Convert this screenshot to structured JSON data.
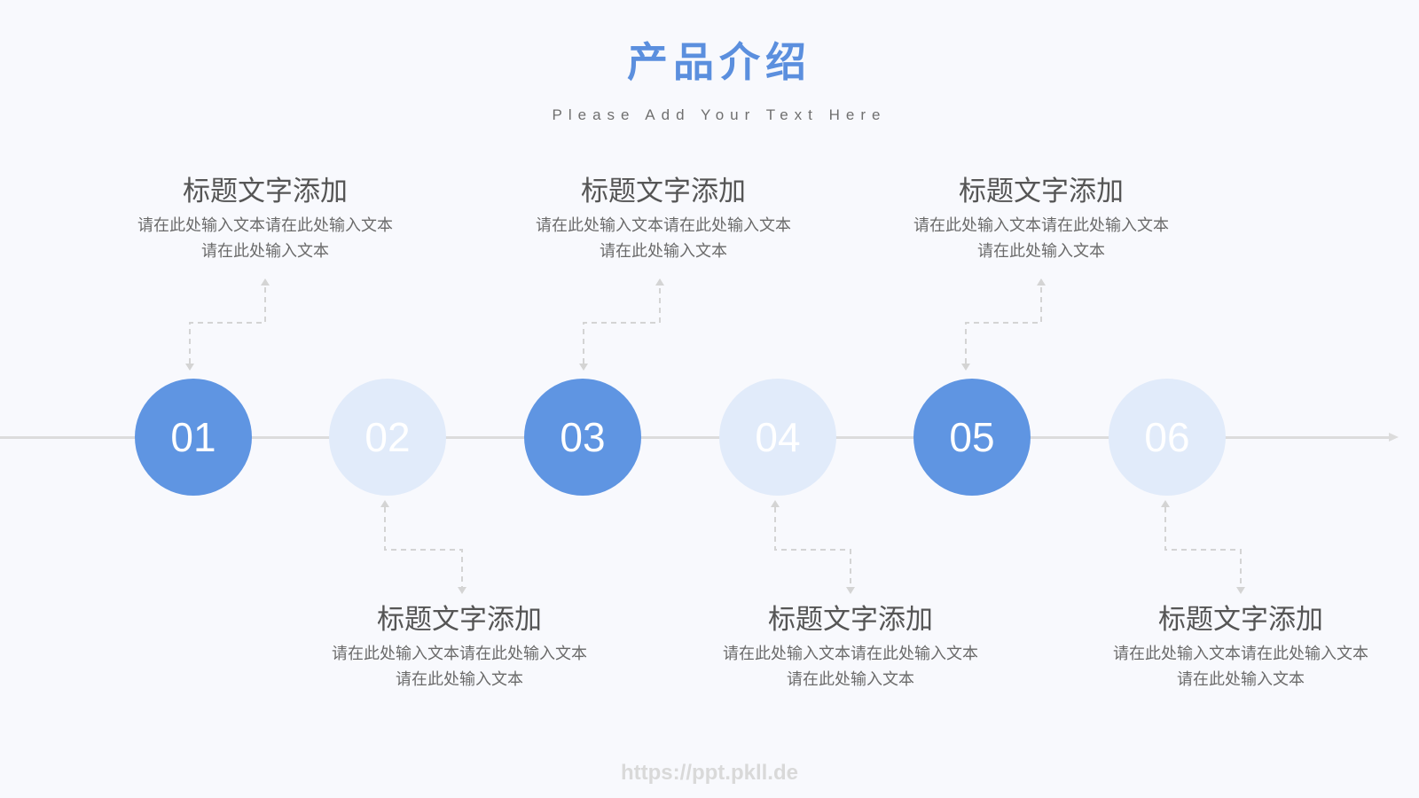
{
  "header": {
    "title": "产品介绍",
    "subtitle": "Please Add Your Text Here"
  },
  "steps": [
    {
      "number": "01",
      "style": "dark"
    },
    {
      "number": "02",
      "style": "light"
    },
    {
      "number": "03",
      "style": "dark"
    },
    {
      "number": "04",
      "style": "light"
    },
    {
      "number": "05",
      "style": "dark"
    },
    {
      "number": "06",
      "style": "light"
    }
  ],
  "items": [
    {
      "title": "标题文字添加",
      "line1": "请在此处输入文本请在此处输入文本",
      "line2": "请在此处输入文本"
    },
    {
      "title": "标题文字添加",
      "line1": "请在此处输入文本请在此处输入文本",
      "line2": "请在此处输入文本"
    },
    {
      "title": "标题文字添加",
      "line1": "请在此处输入文本请在此处输入文本",
      "line2": "请在此处输入文本"
    },
    {
      "title": "标题文字添加",
      "line1": "请在此处输入文本请在此处输入文本",
      "line2": "请在此处输入文本"
    },
    {
      "title": "标题文字添加",
      "line1": "请在此处输入文本请在此处输入文本",
      "line2": "请在此处输入文本"
    },
    {
      "title": "标题文字添加",
      "line1": "请在此处输入文本请在此处输入文本",
      "line2": "请在此处输入文本"
    }
  ],
  "footer": {
    "watermark": "https://ppt.pkll.de"
  },
  "colors": {
    "accent_dark": "#5f95e2",
    "accent_light": "#e1ebfa",
    "title": "#5b8fde"
  }
}
